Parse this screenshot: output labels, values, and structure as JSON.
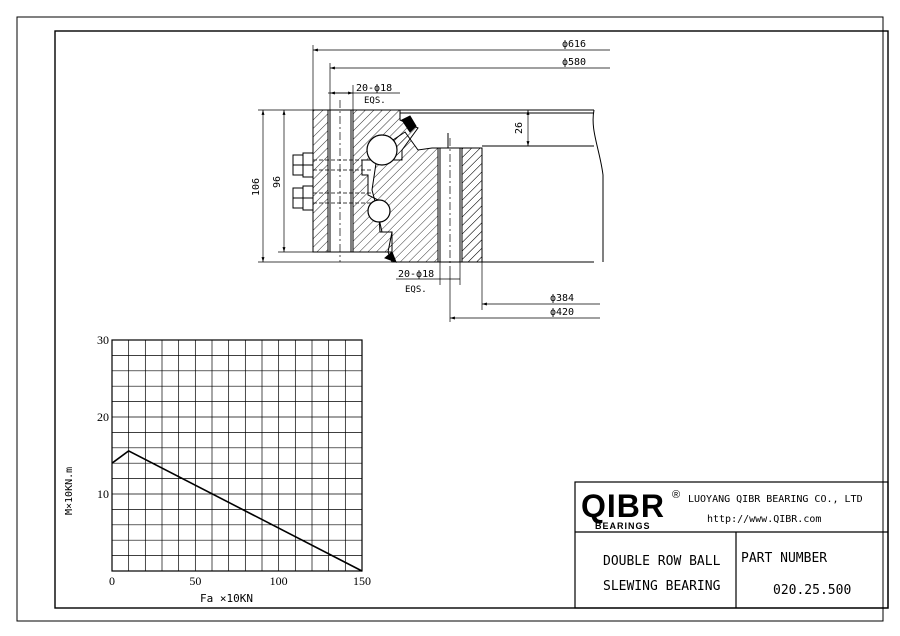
{
  "drawing": {
    "dimensions": {
      "d616": "ϕ616",
      "d580": "ϕ580",
      "holes_outer": "20-ϕ18",
      "eqs_outer": "EQS.",
      "h26": "26",
      "h106": "106",
      "h96": "96",
      "holes_inner": "20-ϕ18",
      "eqs_inner": "EQS.",
      "d384": "ϕ384",
      "d420": "ϕ420"
    }
  },
  "chart_data": {
    "type": "line",
    "ylabel": "M×10KN.m",
    "xlabel": "Fa ×10KN",
    "x_ticks": [
      "0",
      "50",
      "100",
      "150"
    ],
    "y_ticks": [
      "10",
      "20",
      "30"
    ],
    "xlim": [
      0,
      150
    ],
    "ylim": [
      0,
      30
    ],
    "grid": true,
    "x": [
      0,
      10,
      150
    ],
    "y": [
      14,
      15.6,
      0
    ]
  },
  "title_block": {
    "logo": "QIBR",
    "logo_reg": "®",
    "logo_sub": "BEARINGS",
    "company": "LUOYANG QIBR BEARING CO., LTD",
    "website": "http://www.QIBR.com",
    "product_line1": "DOUBLE ROW BALL",
    "product_line2": "SLEWING BEARING",
    "part_label": "PART  NUMBER",
    "part_number": "020.25.500"
  }
}
